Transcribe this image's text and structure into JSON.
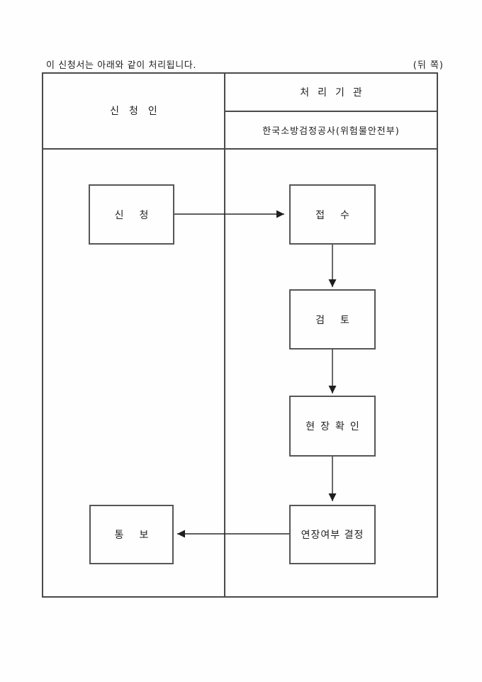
{
  "page": {
    "caption": "이 신청서는 아래와 같이 처리됩니다.",
    "back_side_label": "(뒤 쪽)"
  },
  "table": {
    "applicant_header": "신청인",
    "agency_header": "처리기관",
    "agency_name": "한국소방검정공사(위험물안전부)"
  },
  "flow": {
    "apply": "신청",
    "receive": "접수",
    "review": "검토",
    "site_check": "현장확인",
    "decision": "연장여부 결정",
    "notify": "통보"
  },
  "colors": {
    "line": "#4a4a4a",
    "arrow": "#2a2a2a",
    "text": "#1f1f1f",
    "background": "#fefefe"
  }
}
